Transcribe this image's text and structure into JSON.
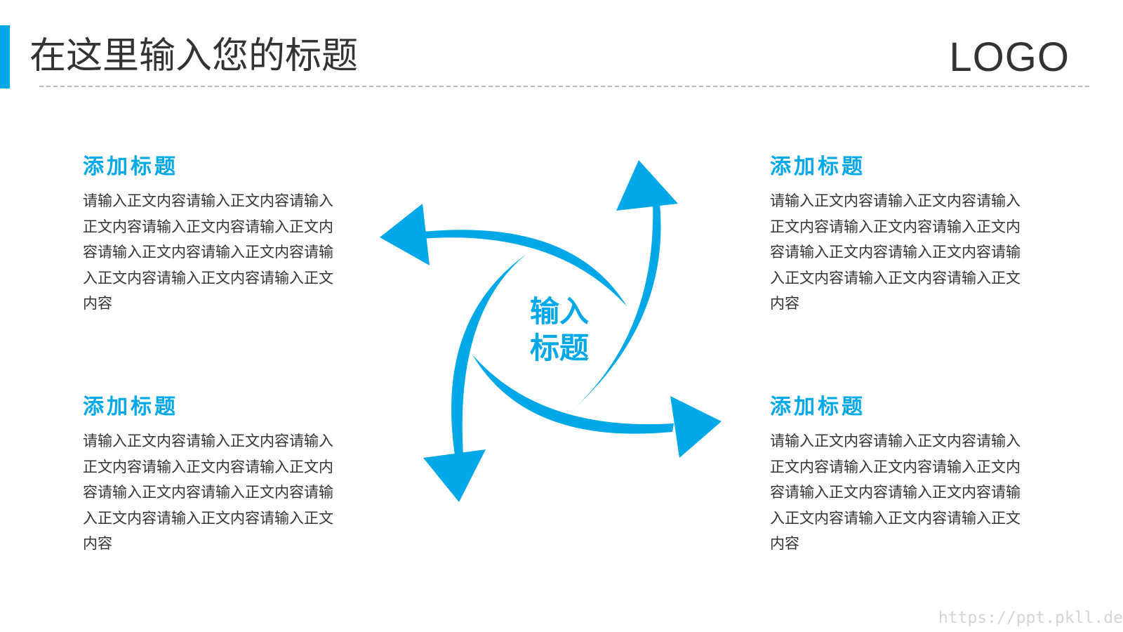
{
  "header": {
    "title": "在这里输入您的标题",
    "logo_text": "LOGO"
  },
  "diagram": {
    "center_label": "输入标题",
    "arrow_color": "#00a8e8",
    "arrow_count": 4
  },
  "blocks": [
    {
      "title": "添加标题",
      "body": "请输入正文内容请输入正文内容请输入正文内容请输入正文内容请输入正文内容请输入正文内容请输入正文内容请输入正文内容请输入正文内容请输入正文内容"
    },
    {
      "title": "添加标题",
      "body": "请输入正文内容请输入正文内容请输入正文内容请输入正文内容请输入正文内容请输入正文内容请输入正文内容请输入正文内容请输入正文内容请输入正文内容"
    },
    {
      "title": "添加标题",
      "body": "请输入正文内容请输入正文内容请输入正文内容请输入正文内容请输入正文内容请输入正文内容请输入正文内容请输入正文内容请输入正文内容请输入正文内容"
    },
    {
      "title": "添加标题",
      "body": "请输入正文内容请输入正文内容请输入正文内容请输入正文内容请输入正文内容请输入正文内容请输入正文内容请输入正文内容请输入正文内容请输入正文内容"
    }
  ],
  "colors": {
    "accent": "#00a8e8",
    "text": "#333333",
    "divider": "#b9b9b9"
  },
  "watermark": "https://ppt.pkll.de"
}
